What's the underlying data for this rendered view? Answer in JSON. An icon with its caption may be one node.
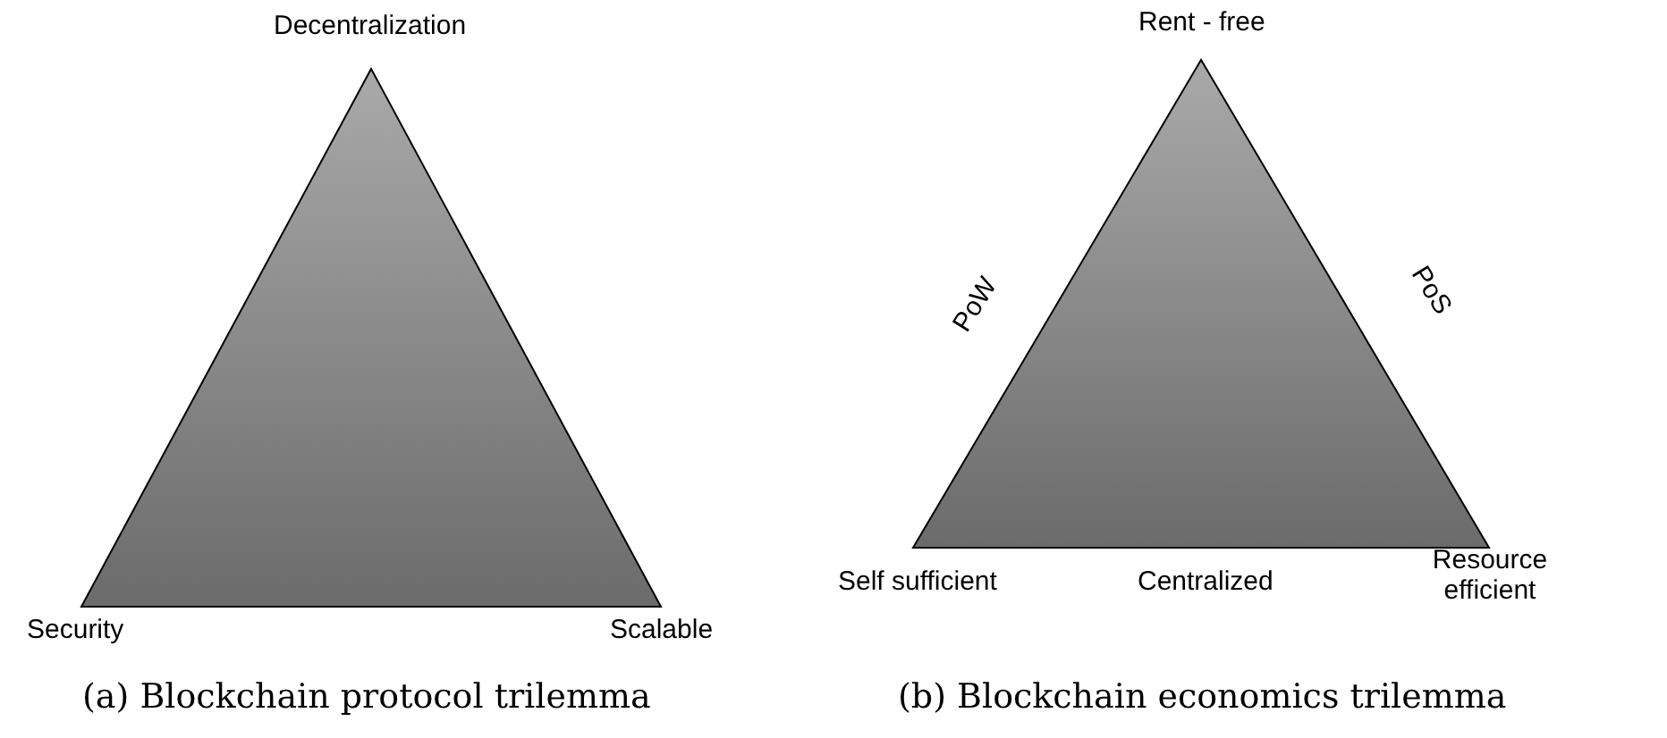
{
  "diagram": {
    "nodes": [
      {
        "text": [],
        "shape": "triangle",
        "beside": [
          "Decentralization",
          "Security",
          "Scalable"
        ]
      },
      {
        "text": [],
        "shape": "triangle",
        "beside": [
          "Rent - free",
          "PoW",
          "PoS",
          "Self sufficient",
          "Centralized",
          "Resource efficient"
        ]
      }
    ],
    "labels": [
      "(a) Blockchain protocol trilemma",
      "(b) Blockchain economics trilemma"
    ]
  }
}
